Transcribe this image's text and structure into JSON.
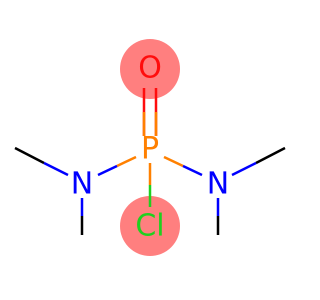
{
  "atoms": {
    "oxygen": {
      "label": "O",
      "color": "#ff0d0d",
      "highlight": "#ff7f7f"
    },
    "phosphorus": {
      "label": "P",
      "color": "#ff8000"
    },
    "nitrogen_left": {
      "label": "N",
      "color": "#0000ff"
    },
    "nitrogen_right": {
      "label": "N",
      "color": "#0000ff"
    },
    "chlorine": {
      "label": "Cl",
      "color": "#1fd01f",
      "highlight": "#ff7f7f"
    }
  },
  "colors": {
    "carbon_bond": "#000000",
    "background": "#ffffff"
  }
}
